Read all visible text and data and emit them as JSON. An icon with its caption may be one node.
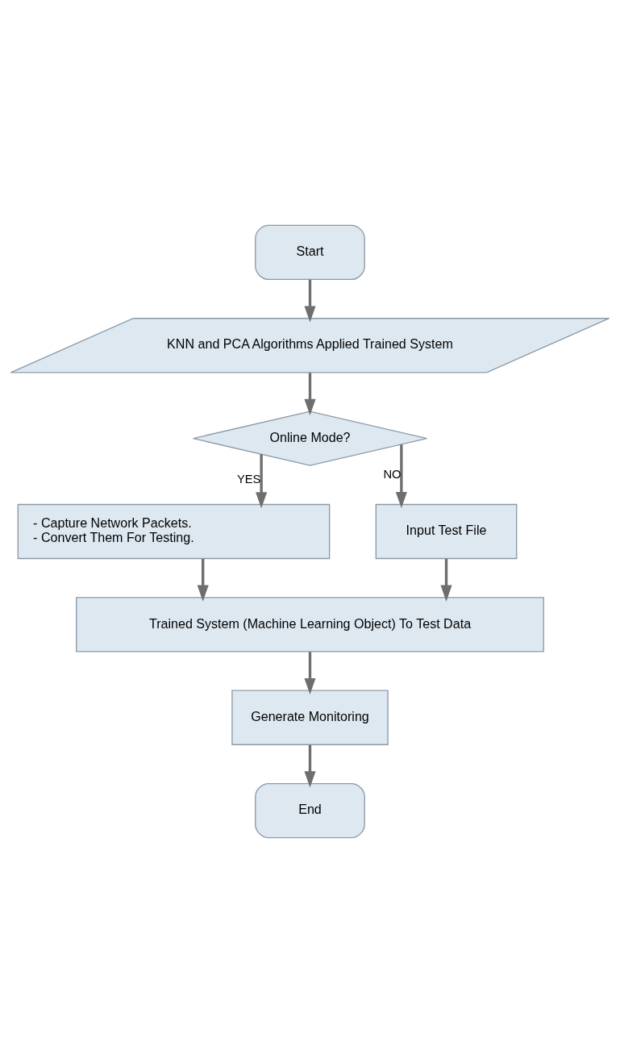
{
  "diagram": {
    "nodes": [
      {
        "text": [
          "Start"
        ]
      },
      {
        "text": [
          "KNN and PCA Algorithms Applied Trained System"
        ]
      },
      {
        "text": [
          "Online Mode?"
        ]
      },
      {
        "text": [
          "- Capture Network Packets.",
          "- Convert Them For Testing."
        ]
      },
      {
        "text": [
          "Input Test File"
        ]
      },
      {
        "text": [
          "Trained System (Machine Learning Object) To Test Data"
        ]
      },
      {
        "text": [
          "Generate Monitoring"
        ]
      },
      {
        "text": [
          "End"
        ]
      }
    ],
    "edges": [
      {
        "from": 0,
        "to": 1,
        "arrow": "to"
      },
      {
        "from": 1,
        "to": 2,
        "arrow": "to"
      },
      {
        "from": 2,
        "to": 3,
        "arrow": "to",
        "label": "YES"
      },
      {
        "from": 2,
        "to": 4,
        "arrow": "to",
        "label": "NO"
      },
      {
        "from": 3,
        "to": 5,
        "arrow": "to"
      },
      {
        "from": 4,
        "to": 5,
        "arrow": "to"
      },
      {
        "from": 5,
        "to": 6,
        "arrow": "to"
      },
      {
        "from": 6,
        "to": 7,
        "arrow": "to"
      }
    ]
  }
}
